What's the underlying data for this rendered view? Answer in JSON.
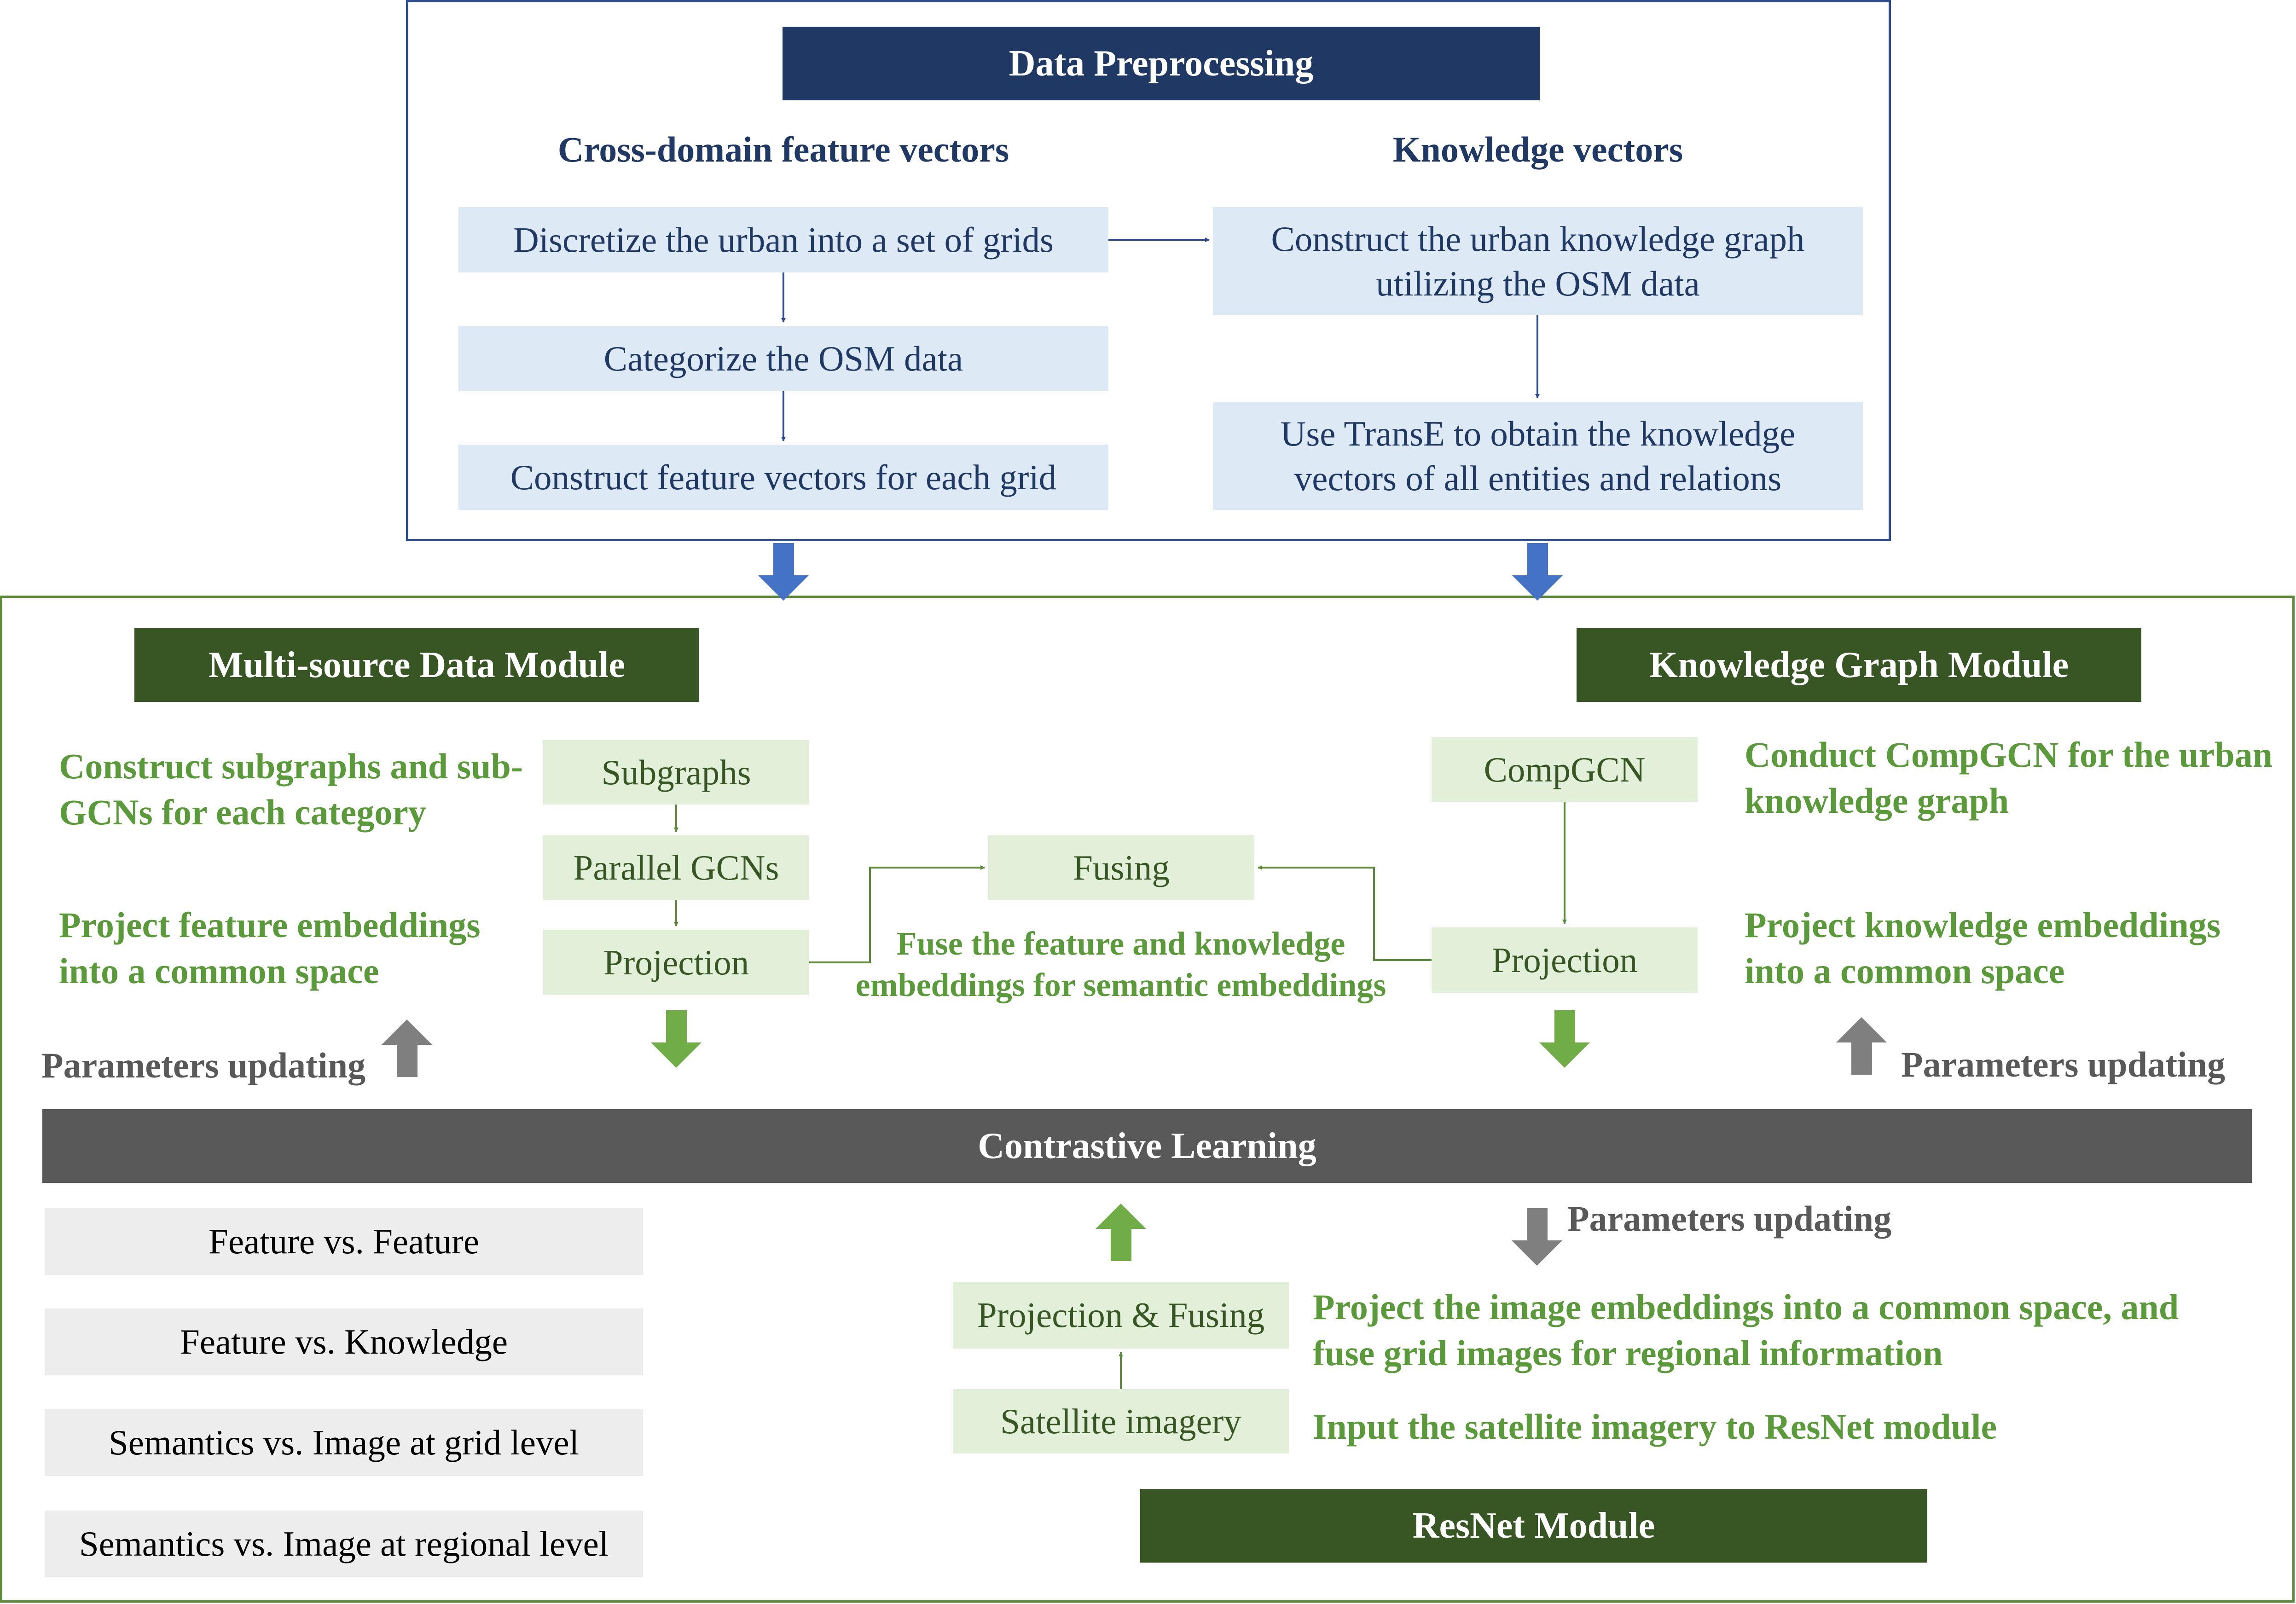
{
  "preprocessing": {
    "title": "Data Preprocessing",
    "left_header": "Cross-domain feature vectors",
    "right_header": "Knowledge vectors",
    "left_steps": [
      "Discretize the urban into a set of grids",
      "Categorize the OSM data",
      "Construct feature vectors for each grid"
    ],
    "right_steps": [
      "Construct the urban knowledge graph utilizing the OSM data",
      "Use TransE to obtain the knowledge vectors of all entities and relations"
    ]
  },
  "multisource": {
    "title": "Multi-source Data Module",
    "desc1": "Construct subgraphs and sub-GCNs for each category",
    "desc2": "Project feature embeddings into a common space",
    "boxes": [
      "Subgraphs",
      "Parallel GCNs",
      "Projection"
    ],
    "params": "Parameters updating"
  },
  "knowledge_graph": {
    "title": "Knowledge Graph Module",
    "desc1": "Conduct CompGCN for the urban knowledge graph",
    "desc2": "Project knowledge embeddings into a common space",
    "boxes": [
      "CompGCN",
      "Projection"
    ],
    "params": "Parameters updating"
  },
  "fusing": {
    "label": "Fusing",
    "desc": "Fuse the feature and knowledge embeddings for semantic embeddings"
  },
  "contrastive": {
    "title": "Contrastive Learning",
    "pairs": [
      "Feature vs. Feature",
      "Feature vs. Knowledge",
      "Semantics vs. Image at grid level",
      "Semantics vs. Image at regional level"
    ]
  },
  "resnet": {
    "title": "ResNet Module",
    "boxes": [
      "Projection & Fusing",
      "Satellite imagery"
    ],
    "desc1": "Project the image embeddings into a common space, and fuse grid images for regional information",
    "desc2": "Input the satellite imagery to ResNet module",
    "params": "Parameters updating"
  },
  "colors": {
    "navy": "#1f3864",
    "light_blue": "#dde9f5",
    "dark_green": "#375623",
    "light_green": "#e2efd9",
    "text_green": "#5b9a3a",
    "gray": "#595959",
    "arrow_blue": "#4472c4",
    "arrow_green": "#70ad47",
    "arrow_gray": "#7f7f7f"
  }
}
